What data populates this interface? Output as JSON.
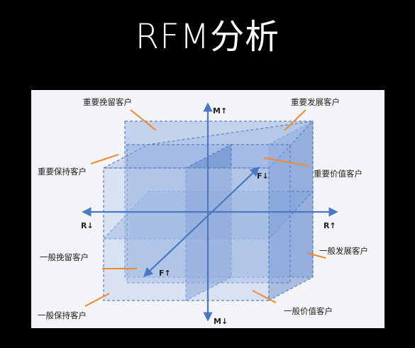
{
  "title": "RFM分析",
  "axes": {
    "m_up": "M↑",
    "m_down": "M↓",
    "r_down": "R↓",
    "r_up": "R↑",
    "f_down": "F↓",
    "f_up": "F↑"
  },
  "segments": {
    "important_retain": "重要挽留客户",
    "important_develop": "重要发展客户",
    "important_keep": "重要保持客户",
    "important_value": "重要价值客户",
    "general_retain": "一般挽留客户",
    "general_develop": "一般发展客户",
    "general_keep": "一般保持客户",
    "general_value": "一般价值客户"
  },
  "colors": {
    "background": "#000000",
    "panel": "#f3f4f7",
    "box_fill": "#7f9fd6",
    "box_stroke": "#5b7fc0",
    "axis": "#4a78c2",
    "leader": "#f08a2a"
  }
}
